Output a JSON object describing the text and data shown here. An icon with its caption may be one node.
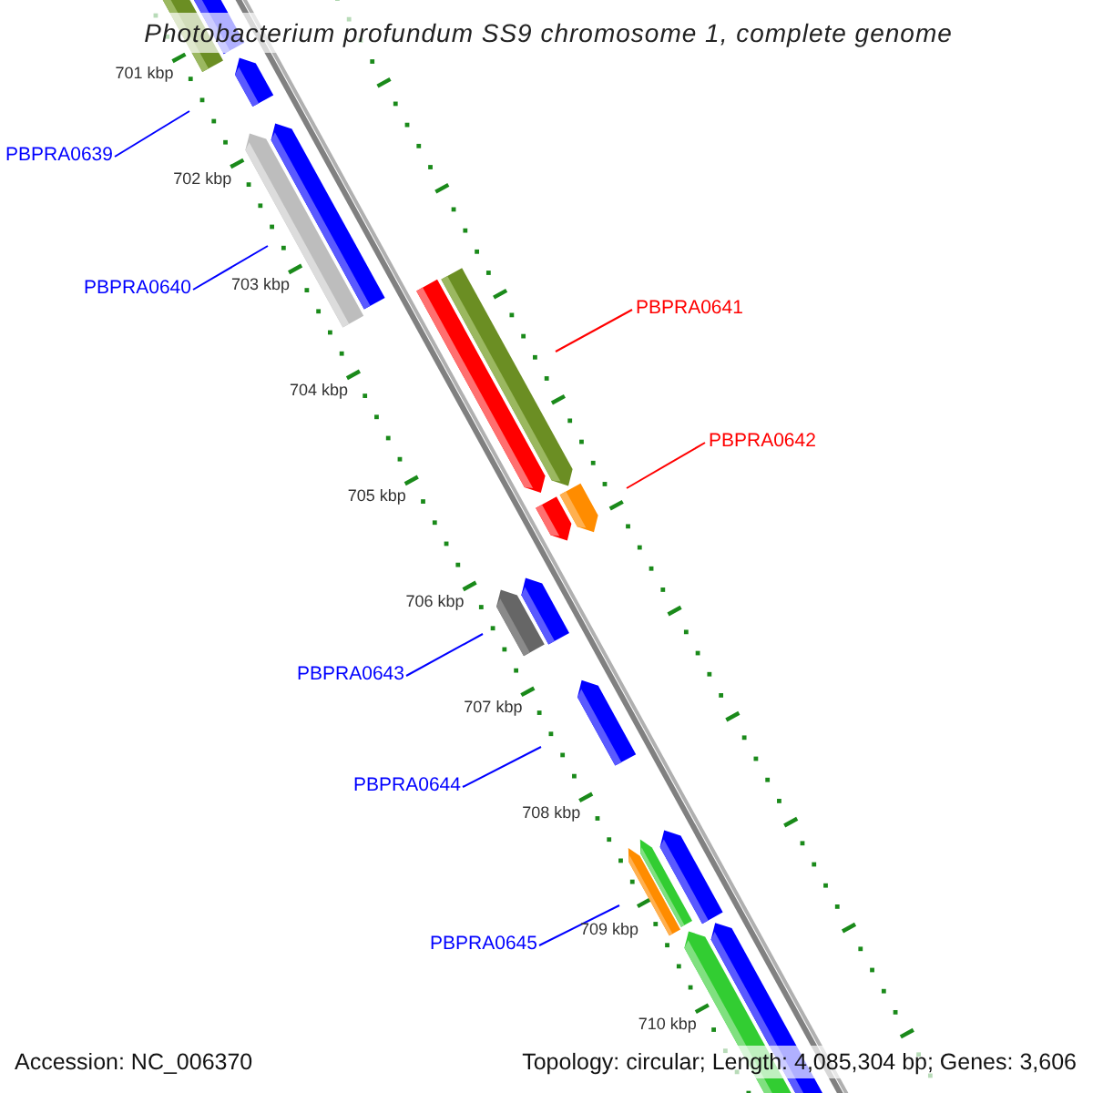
{
  "diagram": {
    "title": "Photobacterium profundum SS9 chromosome 1, complete genome",
    "nodes": [
      {
        "text": [
          "PBPRA0639"
        ]
      },
      {
        "text": [
          "PBPRA0640"
        ]
      },
      {
        "text": [
          "PBPRA0641"
        ]
      },
      {
        "text": [
          "PBPRA0642"
        ]
      },
      {
        "text": [
          "PBPRA0643"
        ]
      },
      {
        "text": [
          "PBPRA0644"
        ]
      },
      {
        "text": [
          "PBPRA0645"
        ]
      }
    ],
    "edges": [
      {
        "from": 0,
        "to": null,
        "arrow": "none"
      },
      {
        "from": 1,
        "to": null,
        "arrow": "none"
      },
      {
        "from": 2,
        "to": null,
        "arrow": "none",
        "color": "#ff0000"
      },
      {
        "from": 3,
        "to": null,
        "arrow": "none",
        "color": "#ff0000"
      },
      {
        "from": 4,
        "to": null,
        "arrow": "none"
      },
      {
        "from": 5,
        "to": null,
        "arrow": "none"
      },
      {
        "from": 6,
        "to": null,
        "arrow": "none"
      }
    ],
    "labels": [
      "701 kbp",
      "702 kbp",
      "703 kbp",
      "704 kbp",
      "705 kbp",
      "706 kbp",
      "707 kbp",
      "708 kbp",
      "709 kbp",
      "710 kbp",
      "Accession: NC_006370",
      "Topology: circular; Length: 4,085,304 bp; Genes: 3,606"
    ]
  }
}
